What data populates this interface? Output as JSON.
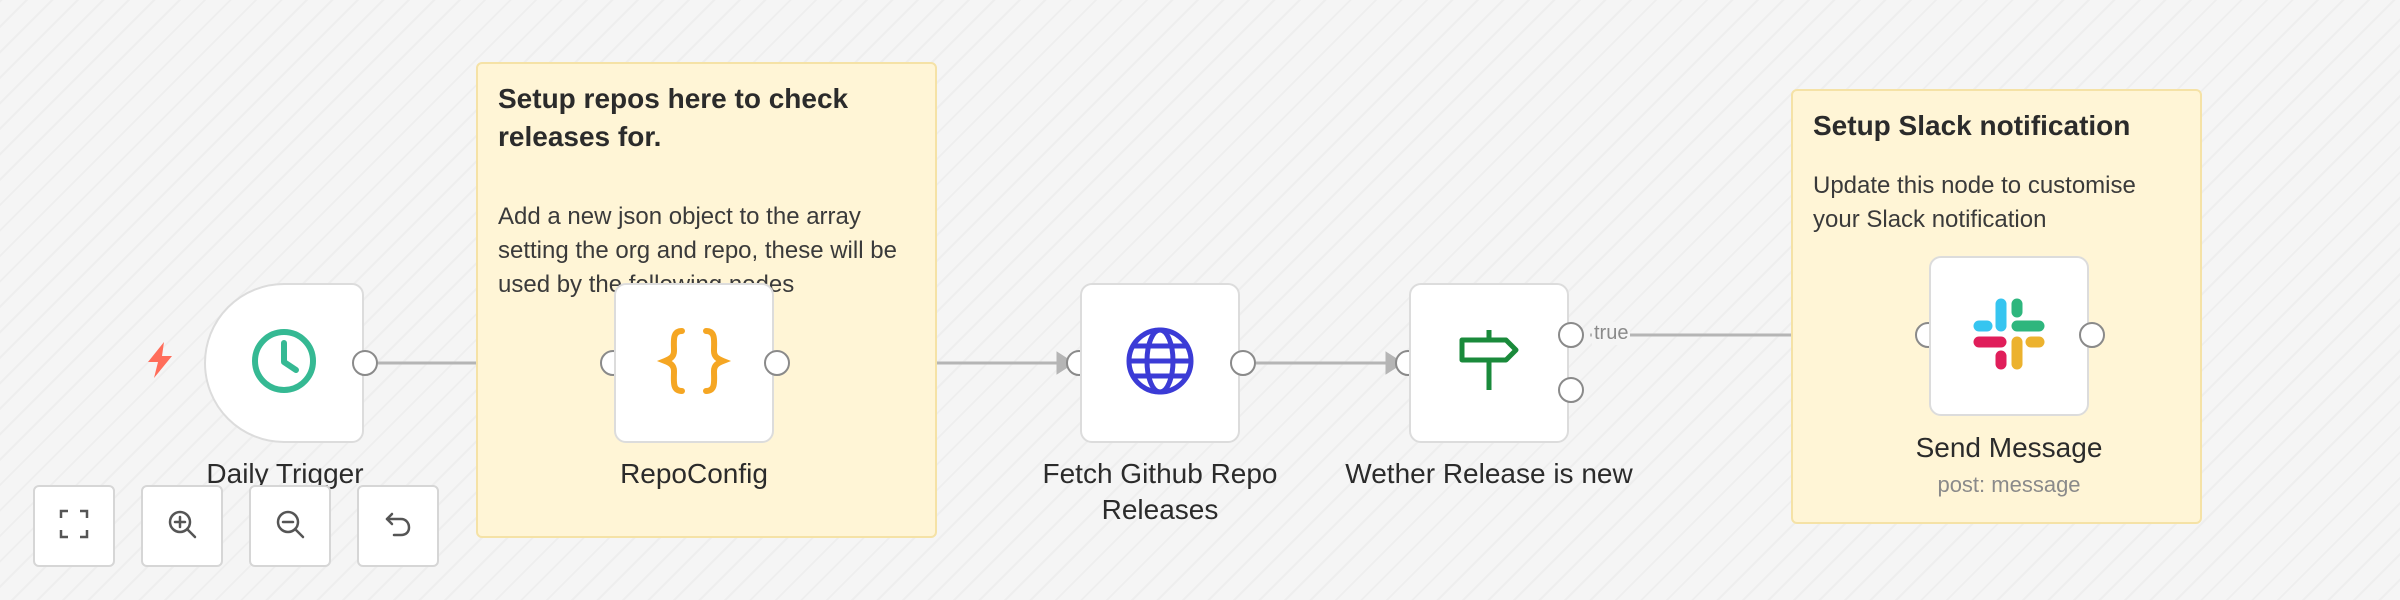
{
  "notes": {
    "repos": {
      "title": "Setup repos here to check releases for.",
      "body": "Add a new json object to the array setting the org and repo, these will be used by the following nodes"
    },
    "slack": {
      "title": "Setup Slack notification",
      "body": "Update this node to customise your Slack notification"
    }
  },
  "nodes": {
    "trigger": {
      "label": "Daily Trigger",
      "icon": "clock-icon",
      "color": "#35b993"
    },
    "repoconfig": {
      "label": "RepoConfig",
      "icon": "code-braces-icon",
      "color": "#f5a623"
    },
    "fetch": {
      "label": "Fetch Github Repo Releases",
      "icon": "globe-icon",
      "color": "#3b3bd6"
    },
    "if": {
      "label": "Wether Release is new",
      "icon": "signpost-icon",
      "color": "#1a8a3b"
    },
    "slack": {
      "label": "Send Message",
      "sublabel": "post: message",
      "icon": "slack-icon"
    }
  },
  "edges": {
    "true_label": "true"
  },
  "controls": [
    {
      "name": "fit-view-button",
      "icon": "fullscreen-icon"
    },
    {
      "name": "zoom-in-button",
      "icon": "zoom-in-icon"
    },
    {
      "name": "zoom-out-button",
      "icon": "zoom-out-icon"
    },
    {
      "name": "reset-zoom-button",
      "icon": "undo-icon"
    }
  ],
  "colors": {
    "edge": "#b5b5b5",
    "trigger_bolt": "#ff6d5a",
    "sticky_bg": "#fff5d6"
  }
}
